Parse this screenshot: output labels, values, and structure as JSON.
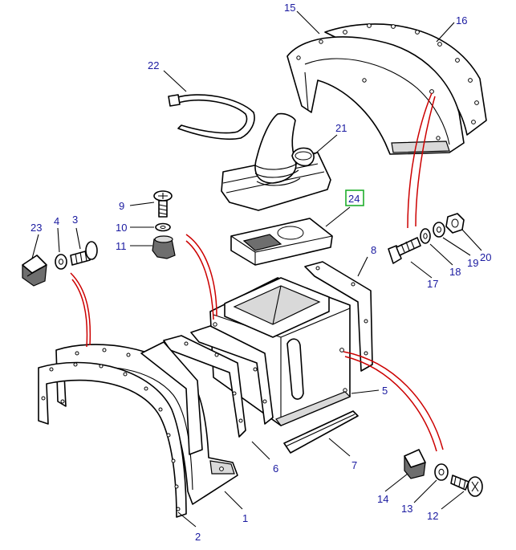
{
  "callouts": {
    "c1": "1",
    "c2": "2",
    "c3": "3",
    "c4": "4",
    "c5": "5",
    "c6": "6",
    "c7": "7",
    "c8": "8",
    "c9": "9",
    "c10": "10",
    "c11": "11",
    "c12": "12",
    "c13": "13",
    "c14": "14",
    "c15": "15",
    "c16": "16",
    "c17": "17",
    "c18": "18",
    "c19": "19",
    "c20": "20",
    "c21": "21",
    "c22": "22",
    "c23": "23",
    "c24": "24"
  },
  "highlighted_callout": "24",
  "colors": {
    "callout_text": "#1a1aa0",
    "highlight_box": "#1fae2c",
    "red_line": "#cc0000",
    "line_art": "#000000"
  }
}
